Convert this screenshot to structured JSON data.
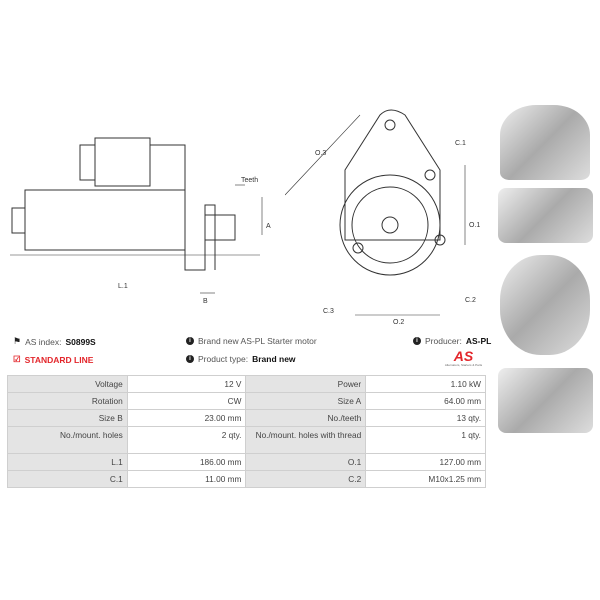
{
  "info": {
    "as_index_label": "AS index:",
    "as_index_value": "S0899S",
    "standard_line": "STANDARD LINE",
    "brand_new": "Brand new AS-PL Starter motor",
    "product_type_label": "Product type:",
    "product_type_value": "Brand new",
    "producer_label": "Producer:",
    "producer_value": "AS-PL",
    "logo_text": "AS",
    "logo_tagline": "Alternators, Starters & Parts"
  },
  "drawing_labels": {
    "teeth": "Teeth",
    "A": "A",
    "L1": "L.1",
    "B": "B",
    "O3": "O.3",
    "C1": "C.1",
    "O1": "O.1",
    "C3": "C.3",
    "O2": "O.2",
    "C2": "C.2"
  },
  "specs": [
    [
      "Voltage",
      "12 V",
      "Power",
      "1.10 kW"
    ],
    [
      "Rotation",
      "CW",
      "Size A",
      "64.00 mm"
    ],
    [
      "Size B",
      "23.00 mm",
      "No./teeth",
      "13 qty."
    ],
    [
      "No./mount. holes",
      "2 qty.",
      "No./mount. holes with thread",
      "1 qty."
    ],
    [
      "L.1",
      "186.00 mm",
      "O.1",
      "127.00 mm"
    ],
    [
      "C.1",
      "11.00 mm",
      "C.2",
      "M10x1.25 mm"
    ]
  ],
  "colors": {
    "accent": "#e3262b"
  }
}
